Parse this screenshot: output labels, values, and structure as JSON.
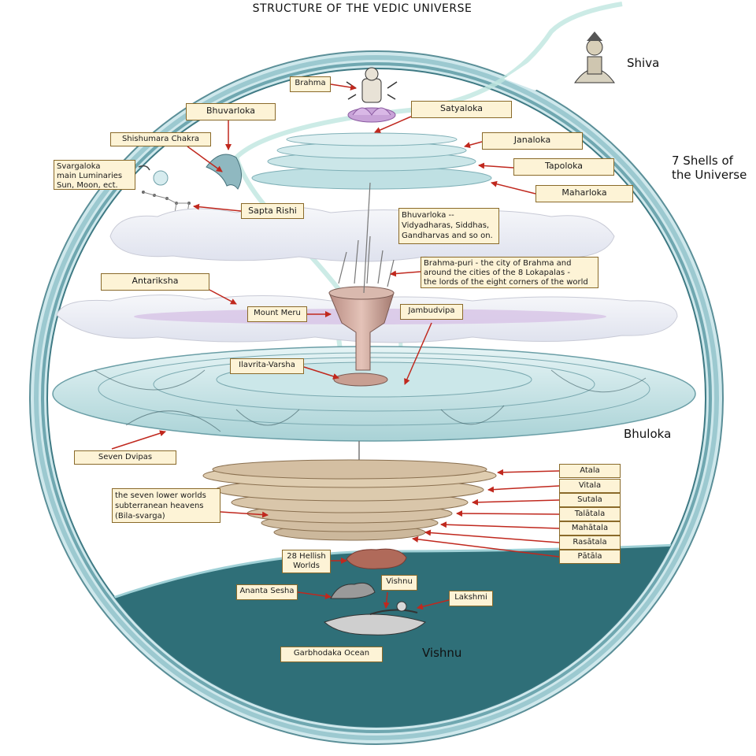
{
  "title": "STRUCTURE OF THE VEDIC UNIVERSE",
  "outer_labels": {
    "shiva": "Shiva",
    "shells": "7 Shells of\nthe Universe",
    "bhuloka": "Bhuloka",
    "vishnu": "Vishnu"
  },
  "labels": {
    "brahma": "Brahma",
    "satyaloka": "Satyaloka",
    "bhuvarloka": "Bhuvarloka",
    "shishumara": "Shishumara Chakra",
    "svargaloka": "Svargaloka\nmain Luminaries\nSun, Moon, ect.",
    "janaloka": "Janaloka",
    "tapoloka": "Tapoloka",
    "maharloka": "Maharloka",
    "sapta_rishi": "Sapta Rishi",
    "bhuvarloka_desc": "Bhuvarloka --\nVidyadharas, Siddhas,\nGandharvas and so on.",
    "brahma_puri": "Brahma-puri - the city of Brahma and\naround the cities of the 8 Lokapalas -\nthe lords of the eight corners of the world",
    "antariksha": "Antariksha",
    "mount_meru": "Mount Meru",
    "jambudvipa": "Jambudvipa",
    "ilavrita": "Ilavrita-Varsha",
    "seven_dvipas": "Seven Dvipas",
    "lower_worlds": "the seven lower worlds\nsubterranean heavens\n(Bila-svarga)",
    "atala": "Atala",
    "vitala": "Vitala",
    "sutala": "Sutala",
    "talatala": "Talātala",
    "mahatala": "Mahātala",
    "rasatala": "Rasātala",
    "patala": "Pātāla",
    "hellish": "28 Hellish\nWorlds",
    "ananta": "Ananta Sesha",
    "vishnu_small": "Vishnu",
    "lakshmi": "Lakshmi",
    "garbhodaka": "Garbhodaka Ocean"
  },
  "colors": {
    "shell_light": "#d5ecef",
    "shell_mid": "#8fc4cc",
    "ocean": "#2f6f78",
    "disk": "#bfe0e3",
    "lower": "#d4bfa2",
    "label_bg": "#fdf3d6",
    "arrow": "#c0281e"
  },
  "icons": [
    "shiva-figure",
    "brahma-figure",
    "lotus-icon",
    "dolphin-icon",
    "moon-icon",
    "star-constellation",
    "mount-meru",
    "ananta-sesha-serpent"
  ]
}
